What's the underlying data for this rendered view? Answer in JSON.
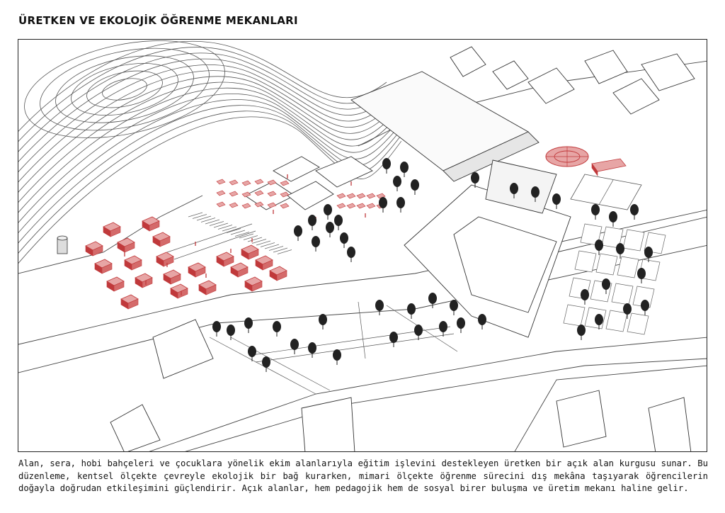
{
  "title": "ÜRETKEN VE EKOLOJİK ÖĞRENME MEKANLARI",
  "caption": "Alan, sera, hobi bahçeleri ve çocuklara yönelik ekim alanlarıyla eğitim işlevini destekleyen üretken bir açık alan kurgusu sunar. Bu düzenleme, kentsel ölçekte çevreyle ekolojik bir bağ kurarken, mimari ölçekte öğrenme sürecini dış mekâna taşıyarak öğrencilerin doğayla doğrudan etkileşimini güçlendirir. Açık alanlar, hem pedagojik hem de sosyal birer buluşma ve üretim mekanı haline gelir.",
  "colors": {
    "highlight": "#c0393b",
    "highlight_fill": "#e7a5a5",
    "line": "#333333",
    "tree": "#222222"
  },
  "illustration": {
    "kind": "axonometric-site-plan",
    "icons": [
      "contour-lines",
      "greenhouse-icon",
      "tree-icon",
      "person-icon",
      "circular-garden-icon"
    ]
  }
}
